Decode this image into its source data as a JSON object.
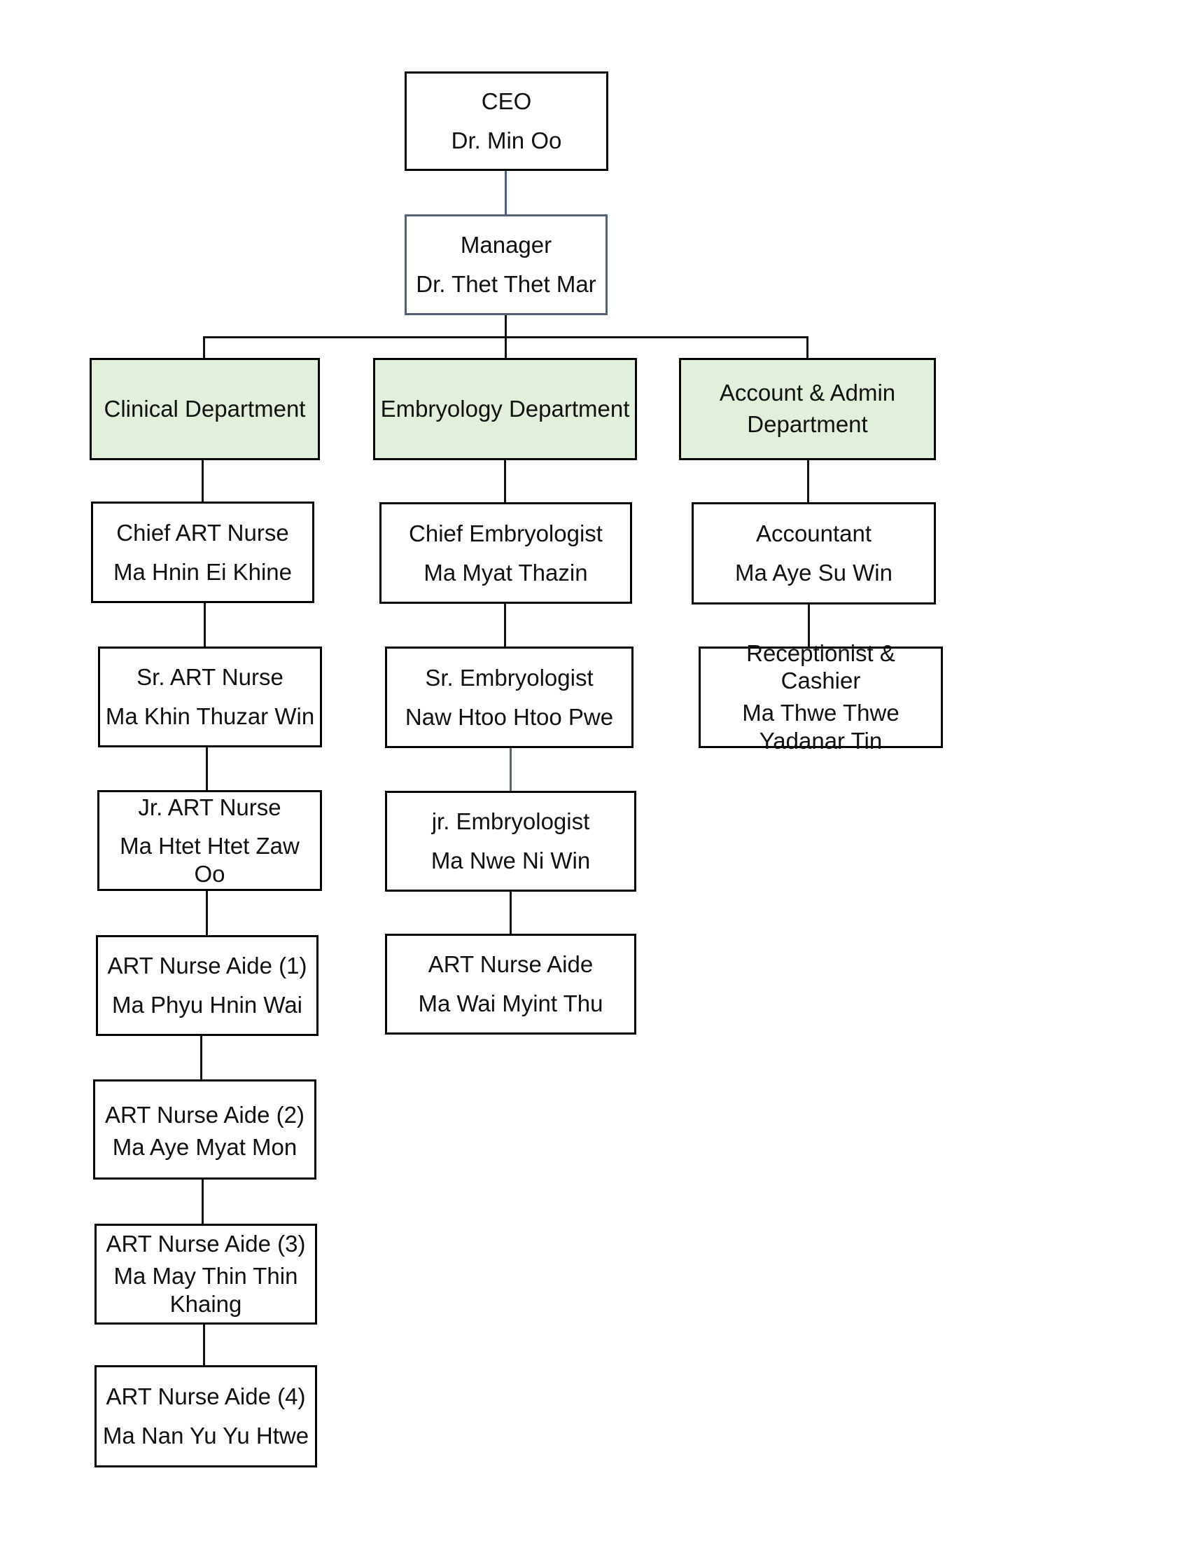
{
  "colors": {
    "box_border": "#000000",
    "manager_border": "#566074",
    "dept_fill": "#e2efda",
    "connector_black": "#111111",
    "connector_blue": "#4a5e96",
    "connector_gray": "#5a6472",
    "text": "#111111",
    "page_bg": "#ffffff"
  },
  "org": {
    "ceo": {
      "title": "CEO",
      "name": "Dr. Min Oo"
    },
    "manager": {
      "title": "Manager",
      "name": "Dr. Thet Thet Mar"
    },
    "departments": {
      "clinical": {
        "label": "Clinical Department",
        "staff": [
          {
            "title": "Chief ART Nurse",
            "name": "Ma Hnin Ei Khine"
          },
          {
            "title": "Sr. ART Nurse",
            "name": "Ma Khin Thuzar Win"
          },
          {
            "title": "Jr. ART Nurse",
            "name": "Ma Htet Htet Zaw Oo"
          },
          {
            "title": "ART Nurse Aide (1)",
            "name": "Ma Phyu Hnin Wai"
          },
          {
            "title": "ART Nurse Aide (2)",
            "name": "Ma Aye Myat Mon"
          },
          {
            "title": "ART Nurse Aide (3)",
            "name_lines": [
              "Ma May Thin Thin",
              "Khaing"
            ]
          },
          {
            "title": "ART Nurse Aide (4)",
            "name": "Ma Nan Yu Yu Htwe"
          }
        ]
      },
      "embryology": {
        "label": "Embryology Department",
        "staff": [
          {
            "title": "Chief Embryologist",
            "name": "Ma Myat Thazin"
          },
          {
            "title": "Sr. Embryologist",
            "name": "Naw Htoo Htoo Pwe"
          },
          {
            "title": "jr. Embryologist",
            "name": "Ma Nwe Ni Win"
          },
          {
            "title": "ART Nurse Aide",
            "name": "Ma Wai Myint Thu"
          }
        ]
      },
      "account_admin": {
        "label": "Account & Admin Department",
        "staff": [
          {
            "title": "Accountant",
            "name": "Ma Aye Su Win"
          },
          {
            "title": "Receptionist & Cashier",
            "name_lines": [
              "Ma Thwe Thwe",
              "Yadanar Tin"
            ]
          }
        ]
      }
    }
  }
}
